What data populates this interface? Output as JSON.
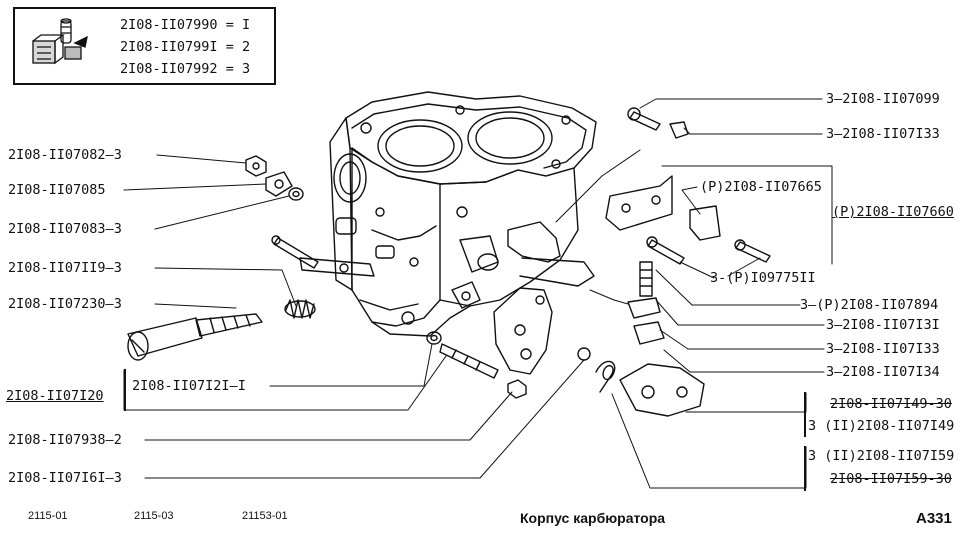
{
  "legend": {
    "rows": [
      {
        "part": "2I08-II07990",
        "eq": "=",
        "val": "I"
      },
      {
        "part": "2I08-II0799I",
        "eq": "=",
        "val": "2"
      },
      {
        "part": "2I08-II07992",
        "eq": "=",
        "val": "3"
      }
    ]
  },
  "labels_left": [
    {
      "part": "2I08-II07082",
      "qty": "3"
    },
    {
      "part": "2I08-II07085",
      "qty": ""
    },
    {
      "part": "2I08-II07083",
      "qty": "3"
    },
    {
      "part": "2I08-II07II9",
      "qty": "3"
    },
    {
      "part": "2I08-II07230",
      "qty": "3"
    },
    {
      "part": "2I08-II07I20",
      "qty": ""
    },
    {
      "part": "2I08-II07I2I",
      "qty": "I"
    },
    {
      "part": "2I08-II07938",
      "qty": "2"
    },
    {
      "part": "2I08-II07I6I",
      "qty": "3"
    }
  ],
  "labels_right": [
    {
      "part": "2I08-II07099",
      "qty": "3"
    },
    {
      "part": "2I08-II07I33",
      "qty": "3"
    },
    {
      "part": "(P)2I08-II07665",
      "qty": ""
    },
    {
      "part": "(P)2I08-II07660",
      "qty": ""
    },
    {
      "part": "3-(P)I09775II",
      "qty": ""
    },
    {
      "part": "(P)2I08-II07894",
      "qty": "3"
    },
    {
      "part": "2I08-II07I3I",
      "qty": "3"
    },
    {
      "part": "2I08-II07I33",
      "qty": "3"
    },
    {
      "part": "2I08-II07I34",
      "qty": "3"
    },
    {
      "part": "2I08-II07I49-30",
      "qty": ""
    },
    {
      "part": "3 (II)2I08-II07I49",
      "qty": ""
    },
    {
      "part": "3 (II)2I08-II07I59",
      "qty": ""
    },
    {
      "part": "2I08-II07I59-30",
      "qty": ""
    }
  ],
  "dash": "—",
  "footer": {
    "models": [
      "2115-01",
      "2115-03",
      "21153-01"
    ],
    "title": "Корпус карбюратора",
    "page": "A331"
  }
}
